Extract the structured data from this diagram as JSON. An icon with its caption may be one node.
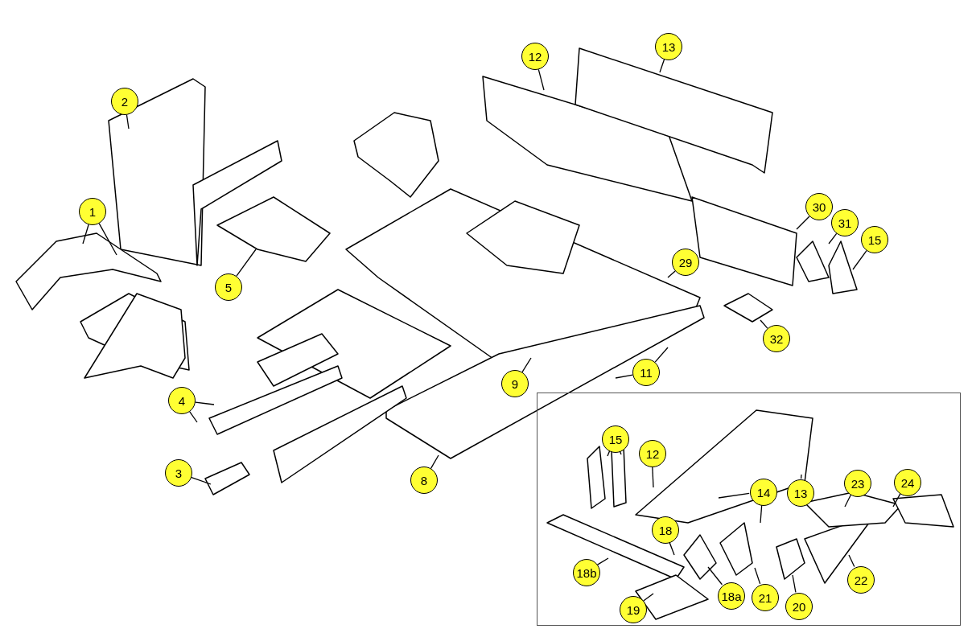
{
  "diagram": {
    "nodes": [
      {
        "text": [
          "13"
        ]
      },
      {
        "text": [
          "12"
        ]
      },
      {
        "text": [
          "2"
        ]
      },
      {
        "text": [
          "1"
        ]
      },
      {
        "text": [
          "30"
        ]
      },
      {
        "text": [
          "31"
        ]
      },
      {
        "text": [
          "15"
        ]
      },
      {
        "text": [
          "29"
        ]
      },
      {
        "text": [
          "5"
        ]
      },
      {
        "text": [
          "32"
        ]
      },
      {
        "text": [
          "11"
        ]
      },
      {
        "text": [
          "9"
        ]
      },
      {
        "text": [
          "4"
        ]
      },
      {
        "text": [
          "3"
        ]
      },
      {
        "text": [
          "8"
        ]
      },
      {
        "text": [],
        "shape": "box"
      },
      {
        "text": [
          "15"
        ],
        "in": 15
      },
      {
        "text": [
          "12"
        ],
        "in": 15
      },
      {
        "text": [
          "14"
        ],
        "in": 15
      },
      {
        "text": [
          "13"
        ],
        "in": 15
      },
      {
        "text": [
          "23"
        ],
        "in": 15
      },
      {
        "text": [
          "24"
        ],
        "in": 15
      },
      {
        "text": [
          "18"
        ],
        "in": 15
      },
      {
        "text": [
          "18b"
        ],
        "in": 15
      },
      {
        "text": [
          "22"
        ],
        "in": 15
      },
      {
        "text": [
          "18a"
        ],
        "in": 15
      },
      {
        "text": [
          "21"
        ],
        "in": 15
      },
      {
        "text": [
          "20"
        ],
        "in": 15
      },
      {
        "text": [
          "19"
        ],
        "in": 15
      }
    ],
    "edges": [
      {
        "from": 0,
        "to": null,
        "arrow": "none"
      },
      {
        "from": 1,
        "to": null,
        "arrow": "none"
      },
      {
        "from": 2,
        "to": null,
        "arrow": "none"
      },
      {
        "from": 3,
        "to": null,
        "arrow": "none"
      },
      {
        "from": 3,
        "to": null,
        "arrow": "none"
      },
      {
        "from": 4,
        "to": null,
        "arrow": "none"
      },
      {
        "from": 5,
        "to": null,
        "arrow": "none"
      },
      {
        "from": 6,
        "to": null,
        "arrow": "none"
      },
      {
        "from": 7,
        "to": null,
        "arrow": "none"
      },
      {
        "from": 8,
        "to": null,
        "arrow": "none"
      },
      {
        "from": 9,
        "to": null,
        "arrow": "none"
      },
      {
        "from": 10,
        "to": null,
        "arrow": "none"
      },
      {
        "from": 10,
        "to": null,
        "arrow": "none"
      },
      {
        "from": 11,
        "to": null,
        "arrow": "none"
      },
      {
        "from": 12,
        "to": null,
        "arrow": "none"
      },
      {
        "from": 12,
        "to": null,
        "arrow": "none"
      },
      {
        "from": 13,
        "to": null,
        "arrow": "none"
      },
      {
        "from": 14,
        "to": null,
        "arrow": "none"
      },
      {
        "from": 16,
        "to": null,
        "arrow": "none"
      },
      {
        "from": 16,
        "to": null,
        "arrow": "none"
      },
      {
        "from": 17,
        "to": null,
        "arrow": "none"
      },
      {
        "from": 18,
        "to": null,
        "arrow": "none"
      },
      {
        "from": 18,
        "to": null,
        "arrow": "none"
      },
      {
        "from": 19,
        "to": null,
        "arrow": "none"
      },
      {
        "from": 20,
        "to": null,
        "arrow": "none"
      },
      {
        "from": 21,
        "to": null,
        "arrow": "none"
      },
      {
        "from": 22,
        "to": null,
        "arrow": "none"
      },
      {
        "from": 23,
        "to": null,
        "arrow": "none"
      },
      {
        "from": 24,
        "to": null,
        "arrow": "none"
      },
      {
        "from": 25,
        "to": null,
        "arrow": "none"
      },
      {
        "from": 26,
        "to": null,
        "arrow": "none"
      },
      {
        "from": 27,
        "to": null,
        "arrow": "none"
      },
      {
        "from": 28,
        "to": null,
        "arrow": "none"
      }
    ]
  }
}
